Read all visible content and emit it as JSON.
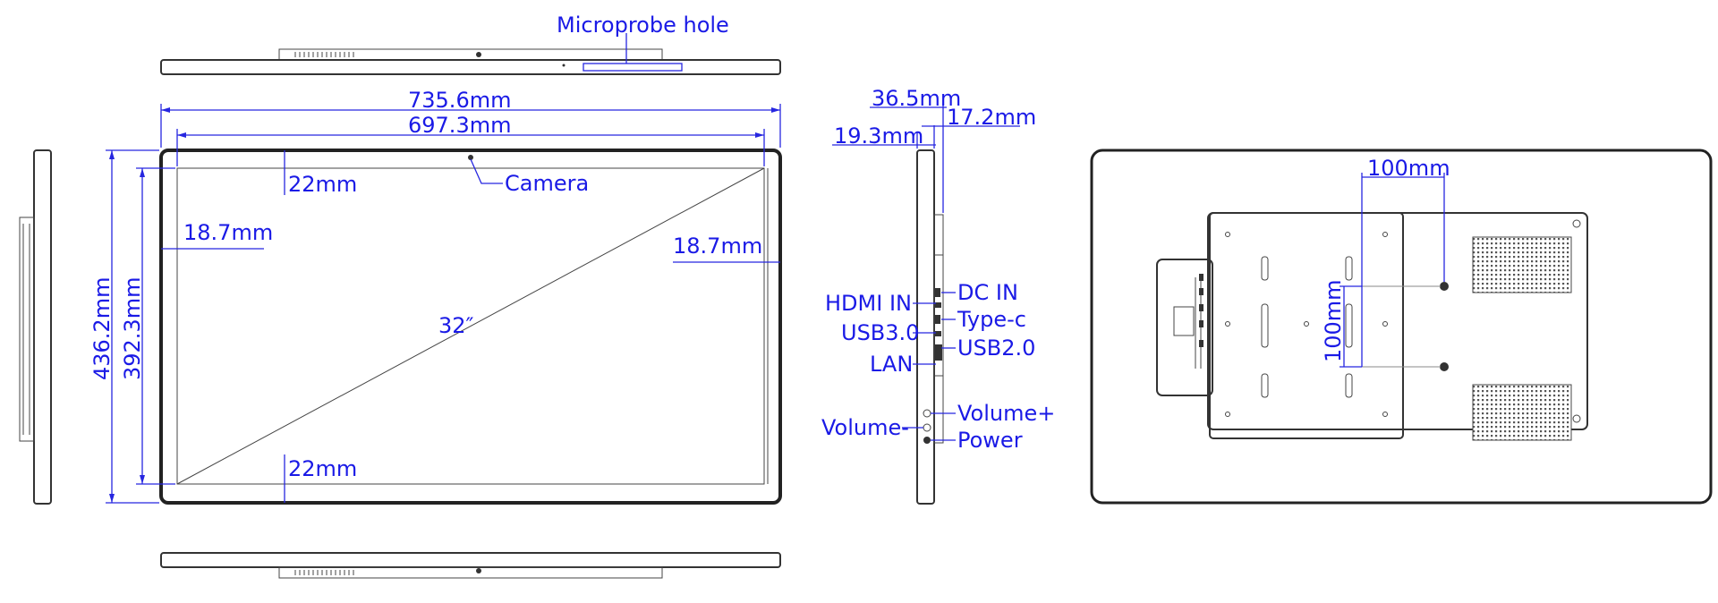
{
  "front_view": {
    "overall_width": "735.6mm",
    "screen_width": "697.3mm",
    "overall_height": "436.2mm",
    "screen_height": "392.3mm",
    "top_bezel": "22mm",
    "bottom_bezel": "22mm",
    "left_bezel": "18.7mm",
    "right_bezel": "18.7mm",
    "diagonal": "32″",
    "camera_label": "Camera"
  },
  "top_view": {
    "microprobe_label": "Microprobe hole"
  },
  "side_view": {
    "total_depth": "36.5mm",
    "depth_a": "19.3mm",
    "depth_b": "17.2mm",
    "ports": {
      "dc_in": "DC IN",
      "hdmi_in": "HDMI IN",
      "type_c": "Type-c",
      "usb30": "USB3.0",
      "usb20": "USB2.0",
      "lan": "LAN",
      "volume_plus": "Volume+",
      "volume_minus": "Volume-",
      "power": "Power"
    }
  },
  "rear_view": {
    "vesa_horizontal": "100mm",
    "vesa_vertical": "100mm"
  },
  "colors": {
    "dimension": "#2626e0",
    "outline": "#333333"
  }
}
